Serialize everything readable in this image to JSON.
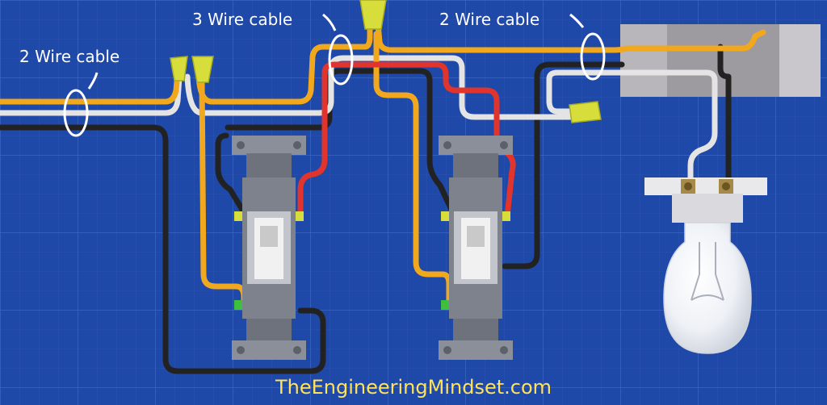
{
  "labels": {
    "left_cable": "2 Wire cable",
    "middle_cable": "3 Wire cable",
    "right_cable": "2 Wire cable"
  },
  "watermark": "TheEngineeringMindset.com",
  "colors": {
    "background": "#1f49a8",
    "grid": "#3b64c4",
    "hot_wire": "#f2a81d",
    "neutral_wire": "#e6e6e6",
    "ground_wire": "#2a2a2a",
    "traveler_red": "#e0342c",
    "switch_body": "#8a8f99",
    "switch_plate": "#6d727c",
    "wire_nut": "#d7dd3a",
    "brand_text": "#ffe25a"
  },
  "icons": {
    "switch_left": "three-way-switch-icon",
    "switch_right": "three-way-switch-icon",
    "bulb": "light-bulb-icon",
    "connectors": "wire-nut-icon",
    "junction_box": "junction-box-icon"
  }
}
